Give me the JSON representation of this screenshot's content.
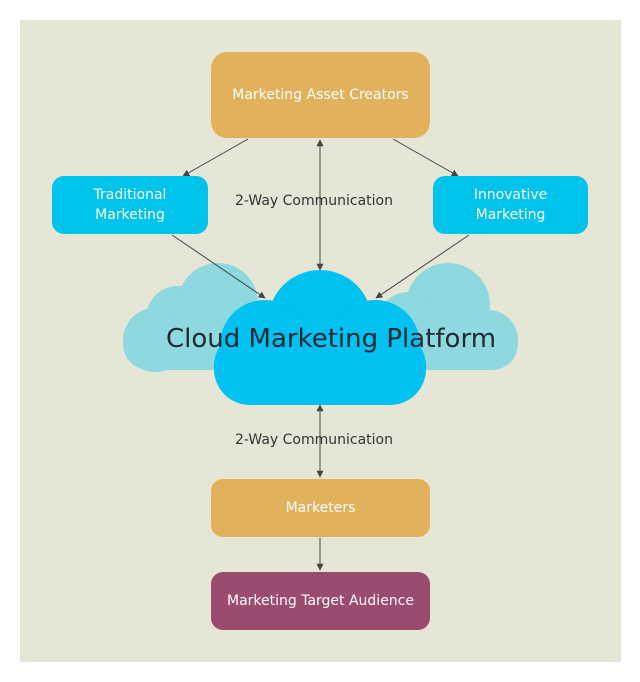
{
  "colors": {
    "background": "#e6e6d6",
    "gold": "#e1b15c",
    "cyan": "#00c3ec",
    "cloud_light": "#8ed8df",
    "cloud_main": "#00c1ef",
    "purple": "#9b4c6e",
    "arrow": "#444444"
  },
  "nodes": {
    "asset_creators": "Marketing Asset Creators",
    "traditional": "Traditional\nMarketing",
    "innovative": "Innovative\nMarketing",
    "platform": "Cloud Marketing Platform",
    "marketers": "Marketers",
    "audience": "Marketing Target Audience"
  },
  "labels": {
    "comm_top": "2-Way Communication",
    "comm_bottom": "2-Way Communication"
  }
}
